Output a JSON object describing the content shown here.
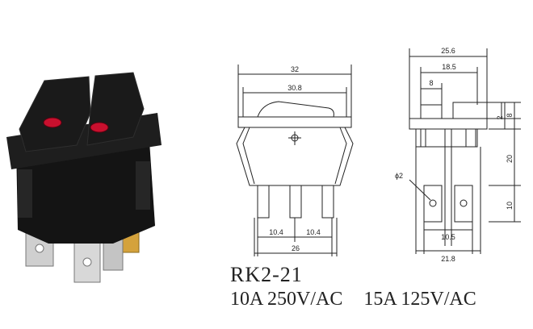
{
  "caption": {
    "model": "RK2-21",
    "rating_1": "10A 250V/AC",
    "rating_2": "15A 125V/AC"
  },
  "front_view": {
    "width_total": "32",
    "width_body": "30.8",
    "pin_pitch_left": "10.4",
    "pin_pitch_right": "10.4",
    "base_width": "26"
  },
  "side_view": {
    "width_top": "25.6",
    "width_mid": "18.5",
    "width_small": "8",
    "hole_diameter": "ϕ2",
    "terminal_width": "10.5",
    "base_width": "21.8",
    "height_2": "2",
    "height_8": "8",
    "height_20": "20",
    "height_10": "10"
  },
  "colors": {
    "switch_body": "#141414",
    "lamp_red": "#c8102e",
    "terminal_metal": "#c9c9c9",
    "terminal_brass": "#d4a23c",
    "line": "#222222"
  }
}
